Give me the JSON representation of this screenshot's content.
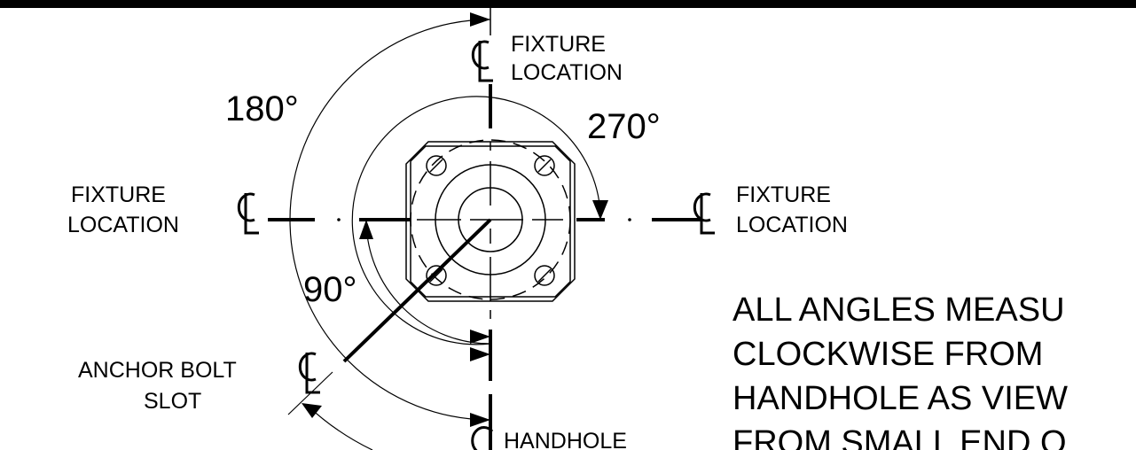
{
  "colors": {
    "ink": "#000000",
    "background": "#ffffff"
  },
  "labels": {
    "fixture_top": [
      "FIXTURE",
      "LOCATION"
    ],
    "fixture_left": [
      "FIXTURE",
      "LOCATION"
    ],
    "fixture_right": [
      "FIXTURE",
      "LOCATION"
    ],
    "anchor_bolt": [
      "ANCHOR BOLT",
      "SLOT"
    ],
    "handhole": "HANDHOLE",
    "centerline_symbol": "CL"
  },
  "angles": {
    "a180": "180°",
    "a270": "270°",
    "a90": "90°"
  },
  "note": [
    "ALL ANGLES MEASU",
    "CLOCKWISE FROM",
    "HANDHOLE AS VIEW",
    "FROM SMALL END O"
  ]
}
